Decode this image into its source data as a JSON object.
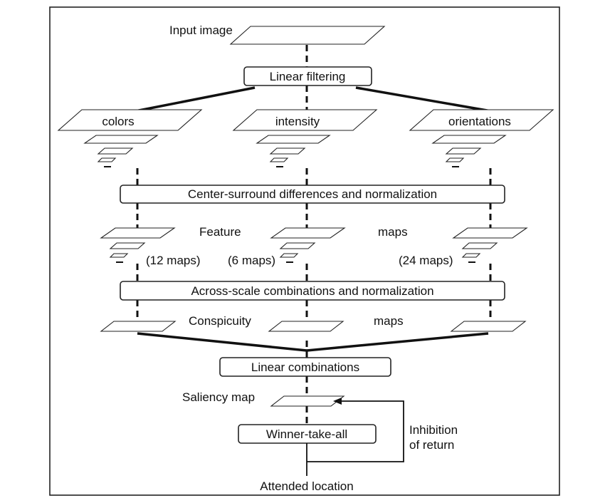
{
  "input_image": "Input image",
  "linear_filtering": "Linear filtering",
  "channels": {
    "colors": "colors",
    "intensity": "intensity",
    "orientations": "orientations"
  },
  "center_surround": "Center-surround differences and normalization",
  "feature_maps": {
    "word1": "Feature",
    "word2": "maps",
    "colors_count": "(12 maps)",
    "intensity_count": "(6 maps)",
    "orientations_count": "(24 maps)"
  },
  "across_scale": "Across-scale combinations and normalization",
  "conspicuity_maps": {
    "word1": "Conspicuity",
    "word2": "maps"
  },
  "linear_combinations": "Linear combinations",
  "saliency_map": "Saliency map",
  "winner_take_all": "Winner-take-all",
  "inhibition_of_return": {
    "line1": "Inhibition",
    "line2": "of return"
  },
  "attended_location": "Attended location"
}
